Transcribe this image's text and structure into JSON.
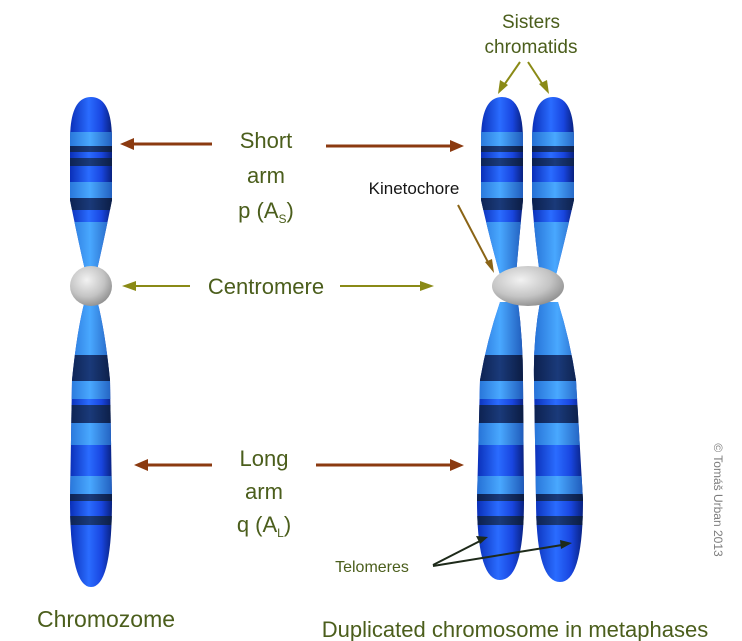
{
  "labels": {
    "sisters_line1": "Sisters",
    "sisters_line2": "chromatids",
    "short_line1": "Short",
    "short_line2": "arm",
    "short_line3": "p (A",
    "short_sub": "S",
    "short_close": ")",
    "kinetochore": "Kinetochore",
    "centromere": "Centromere",
    "long_line1": "Long",
    "long_line2": "arm",
    "long_line3": "q (A",
    "long_sub": "L",
    "long_close": ")",
    "telomeres": "Telomeres",
    "chromozome": "Chromozome",
    "duplicated": "Duplicated chromosome in metaphases",
    "copyright": "© Tomáš Urban 2013"
  },
  "colors": {
    "arrow_brown": "#8b3a10",
    "arrow_olive": "#8a8a16",
    "chromosome_blue": "#1d4fe0",
    "band_dark": "#0f2a66",
    "centromere_gray": "#c8c8c8",
    "label_green": "#4b5e1c"
  },
  "icons": {
    "arrow": "arrow-icon",
    "chromosome": "chromosome-icon",
    "centromere": "centromere-icon"
  }
}
